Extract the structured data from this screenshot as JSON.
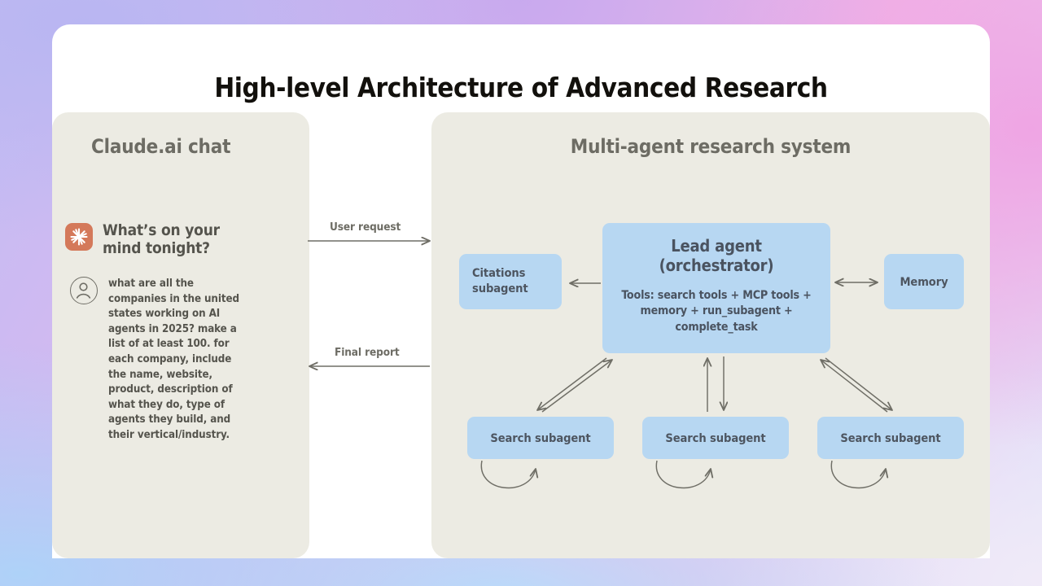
{
  "title": "High-level Architecture of Advanced Research",
  "colors": {
    "box_blue": "#b7d7f2",
    "panel_bg": "#ecebe3",
    "card_bg": "#ffffff",
    "text_gray": "#55544d",
    "claude_orange": "#d4795a",
    "arrow_gray": "#6f6e66"
  },
  "left_panel": {
    "title": "Claude.ai chat",
    "greeting": "What’s on your mind tonight?",
    "user_query": "what are all the companies in the united states working on AI agents in 2025? make a list of at least 100. for each company, include the name, website, product, description of what they do, type of agents they build, and their vertical/industry."
  },
  "right_panel": {
    "title": "Multi-agent research system",
    "lead_agent": {
      "title": "Lead agent (orchestrator)",
      "tools": "Tools: search tools + MCP tools + memory + run_subagent + complete_task"
    },
    "citations": "Citations subagent",
    "memory": "Memory",
    "search_subagents": [
      "Search subagent",
      "Search subagent",
      "Search subagent"
    ]
  },
  "flows": {
    "user_request": "User request",
    "final_report": "Final report"
  },
  "diagram_data": {
    "type": "diagram",
    "nodes": [
      {
        "id": "claude_chat",
        "label": "Claude.ai chat",
        "kind": "panel"
      },
      {
        "id": "lead_agent",
        "label": "Lead agent (orchestrator)",
        "kind": "box"
      },
      {
        "id": "citations",
        "label": "Citations subagent",
        "kind": "box"
      },
      {
        "id": "memory",
        "label": "Memory",
        "kind": "box"
      },
      {
        "id": "search_1",
        "label": "Search subagent",
        "kind": "box"
      },
      {
        "id": "search_2",
        "label": "Search subagent",
        "kind": "box"
      },
      {
        "id": "search_3",
        "label": "Search subagent",
        "kind": "box"
      }
    ],
    "edges": [
      {
        "from": "claude_chat",
        "to": "lead_agent",
        "label": "User request",
        "dir": "forward"
      },
      {
        "from": "lead_agent",
        "to": "claude_chat",
        "label": "Final report",
        "dir": "forward"
      },
      {
        "from": "lead_agent",
        "to": "citations",
        "label": "",
        "dir": "forward"
      },
      {
        "from": "lead_agent",
        "to": "memory",
        "label": "",
        "dir": "both"
      },
      {
        "from": "lead_agent",
        "to": "search_1",
        "label": "",
        "dir": "both"
      },
      {
        "from": "lead_agent",
        "to": "search_2",
        "label": "",
        "dir": "both"
      },
      {
        "from": "lead_agent",
        "to": "search_3",
        "label": "",
        "dir": "both"
      },
      {
        "from": "search_1",
        "to": "search_1",
        "label": "",
        "dir": "self-loop"
      },
      {
        "from": "search_2",
        "to": "search_2",
        "label": "",
        "dir": "self-loop"
      },
      {
        "from": "search_3",
        "to": "search_3",
        "label": "",
        "dir": "self-loop"
      }
    ]
  }
}
